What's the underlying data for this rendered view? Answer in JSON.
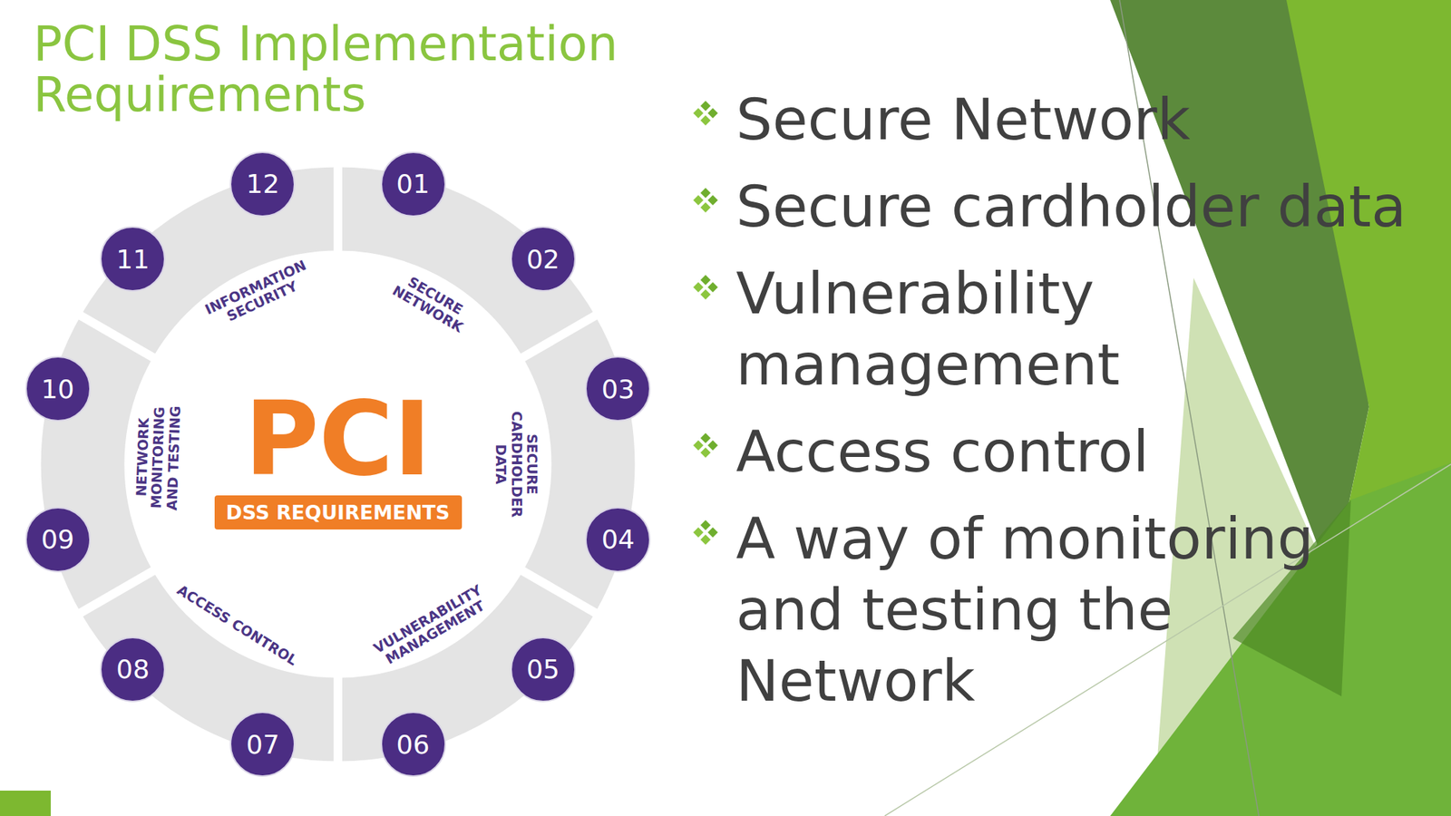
{
  "diagram": {
    "title": "PCI DSS Implementation Requirements",
    "nodes": [
      {
        "text": [
          "01"
        ]
      },
      {
        "text": [
          "02"
        ]
      },
      {
        "text": [
          "03"
        ]
      },
      {
        "text": [
          "04"
        ]
      },
      {
        "text": [
          "05"
        ]
      },
      {
        "text": [
          "06"
        ]
      },
      {
        "text": [
          "07"
        ]
      },
      {
        "text": [
          "08"
        ]
      },
      {
        "text": [
          "09"
        ]
      },
      {
        "text": [
          "10"
        ]
      },
      {
        "text": [
          "11"
        ]
      },
      {
        "text": [
          "12"
        ]
      },
      {
        "text": [
          "DSS REQUIREMENTS"
        ]
      }
    ],
    "labels": [
      "PCI",
      "INFORMATION SECURITY",
      "SECURE NETWORK",
      "SECURE CARDHOLDER DATA",
      "VULNERABILITY MANAGEMENT",
      "ACCESS CONTROL",
      "NETWORK MONITORING AND TESTING",
      "Secure Network",
      "Secure cardholder data",
      "Vulnerability management",
      "Access control",
      "A way of monitoring and testing the Network"
    ]
  }
}
